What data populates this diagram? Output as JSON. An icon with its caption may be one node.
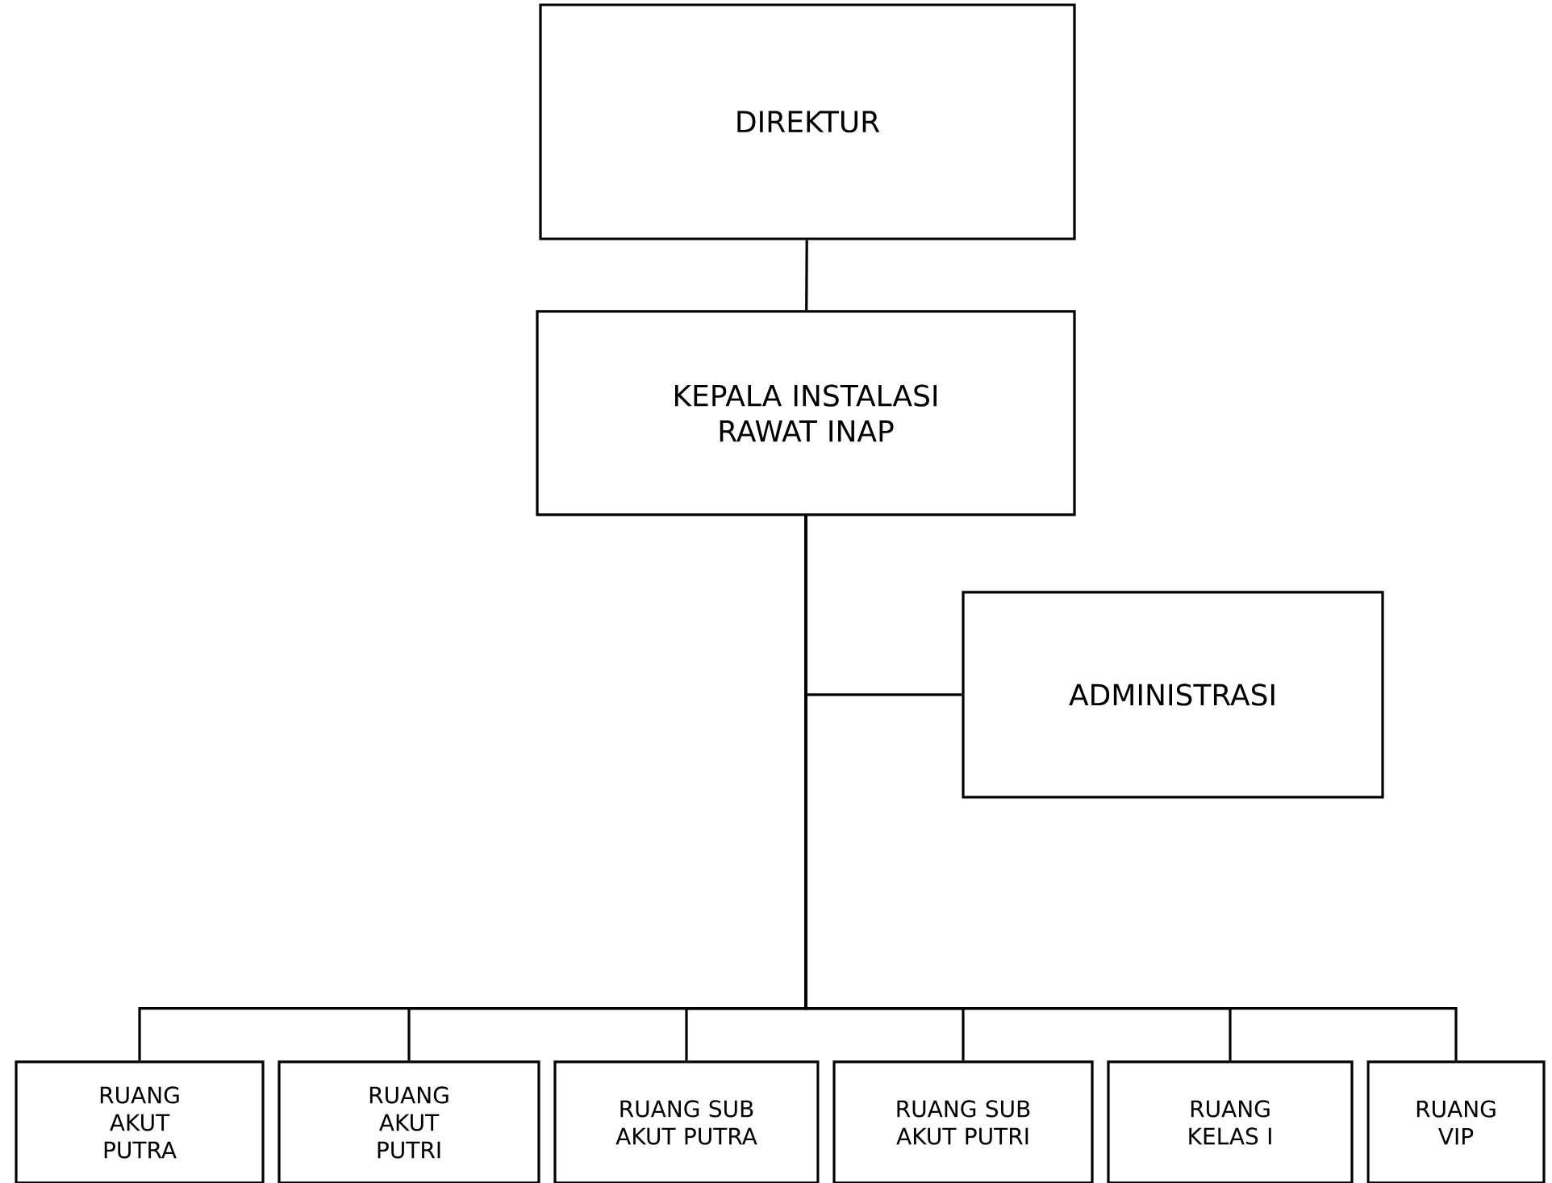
{
  "diagram": {
    "nodes": [
      {
        "text": [
          "DIREKTUR"
        ]
      },
      {
        "text": [
          "KEPALA INSTALASI RAWAT INAP"
        ]
      },
      {
        "text": [
          "ADMINISTRASI"
        ]
      },
      {
        "text": [
          "RUANG AKUT PUTRA"
        ]
      },
      {
        "text": [
          "RUANG AKUT PUTRI"
        ]
      },
      {
        "text": [
          "RUANG SUB AKUT PUTRA"
        ]
      },
      {
        "text": [
          "RUANG SUB AKUT PUTRI"
        ]
      },
      {
        "text": [
          "RUANG KELAS I"
        ]
      },
      {
        "text": [
          "RUANG VIP"
        ]
      }
    ],
    "edges": [
      {
        "from": 0,
        "to": 1,
        "arrow": "none"
      },
      {
        "from": 1,
        "to": 2,
        "arrow": "none"
      },
      {
        "from": 1,
        "to": 3,
        "arrow": "none"
      },
      {
        "from": 1,
        "to": 4,
        "arrow": "none"
      },
      {
        "from": 1,
        "to": 5,
        "arrow": "none"
      },
      {
        "from": 1,
        "to": 6,
        "arrow": "none"
      },
      {
        "from": 1,
        "to": 7,
        "arrow": "none"
      },
      {
        "from": 1,
        "to": 8,
        "arrow": "none"
      }
    ]
  }
}
